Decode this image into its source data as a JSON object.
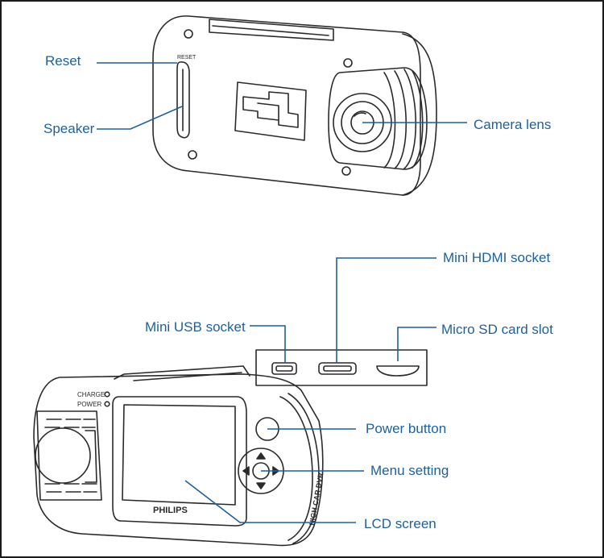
{
  "colors": {
    "callout": "#1f5f9e",
    "line": "#1f5f9e",
    "ink": "#2a2a2a"
  },
  "callouts": {
    "reset": "Reset",
    "speaker": "Speaker",
    "camera_lens": "Camera lens",
    "mini_hdmi": "Mini HDMI socket",
    "mini_usb": "Mini USB socket",
    "micro_sd": "Micro SD card slot",
    "power_button": "Power button",
    "menu_setting": "Menu setting",
    "lcd_screen": "LCD screen"
  },
  "device_text": {
    "reset_mark": "RESET",
    "charge": "CHARGE",
    "power": "POWER",
    "brand": "PHILIPS",
    "side_text": "HIGH CAR DVR"
  }
}
